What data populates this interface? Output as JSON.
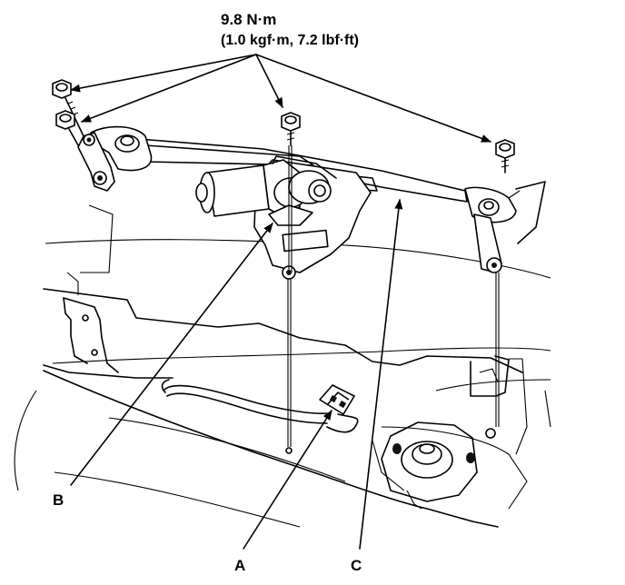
{
  "torque": {
    "line1": "9.8 N·m",
    "line2": "(1.0 kgf·m, 7.2 lbf·ft)"
  },
  "callouts": {
    "a": "A",
    "b": "B",
    "c": "C"
  }
}
